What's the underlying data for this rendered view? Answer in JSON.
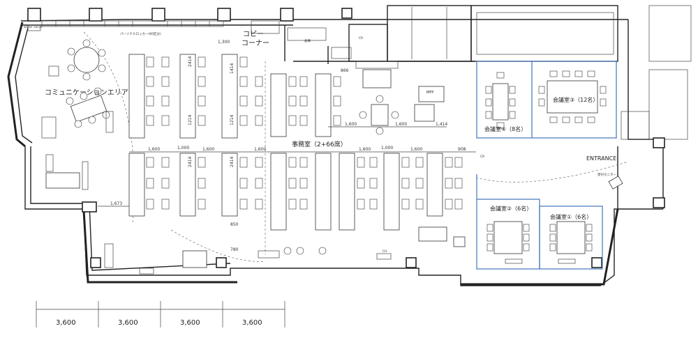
{
  "labels": {
    "communication_area": "コミュニケーションエリア",
    "copy_corner": "コピー\nコーナー",
    "office": "事務室（2+66席）",
    "meeting4": "会議室④（8名）",
    "meeting3": "会議室③（12名）",
    "meeting2": "会議室②（6名）",
    "meeting1": "会議室①（6名）",
    "entrance": "ENTRANCE",
    "mfp": "MFP",
    "locker": "パーソナルロッカー(60区分)",
    "storage": "倉庫",
    "water_server": "water serve",
    "reception": "受付モニター",
    "cr_top": "CR",
    "cr_mid": "CR",
    "ch": "CH"
  },
  "dimensions": {
    "top_row": [
      "1,600",
      "1,600",
      "1,414"
    ],
    "mid_row": [
      "1,600",
      "1,000",
      "1,600",
      "1,600",
      "1,600",
      "1,000",
      "1,600",
      "908"
    ],
    "left": "1,673",
    "gap_866": "866",
    "gap_1300": "1,300",
    "gap_850": "850",
    "gap_780": "780",
    "desk_depths": [
      "2414",
      "1214",
      "1214",
      "1414",
      "2414",
      "2414"
    ]
  },
  "scale": {
    "spans": [
      "3,600",
      "3,600",
      "3,600",
      "3,600"
    ]
  }
}
